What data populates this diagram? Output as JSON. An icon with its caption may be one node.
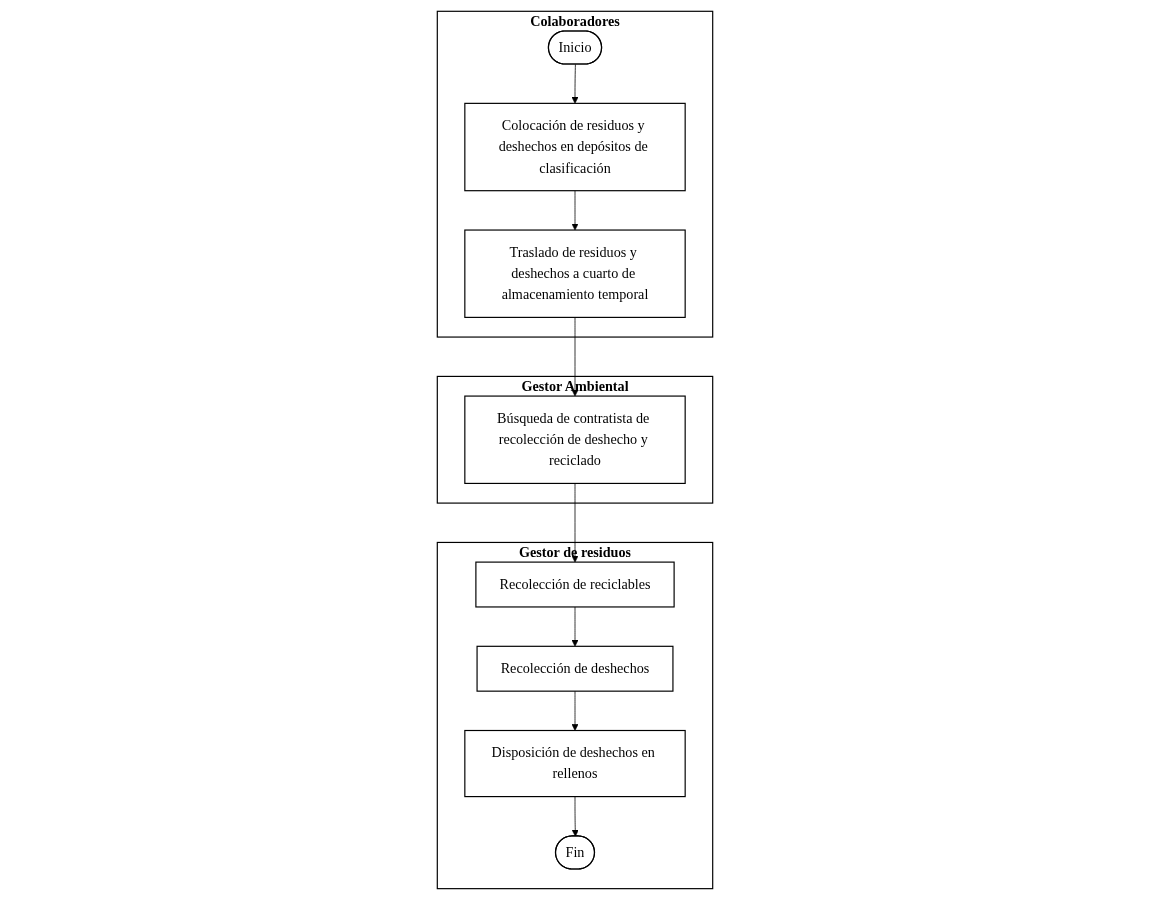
{
  "diagram": {
    "nodes": [
      {
        "text": [
          "Colaboradores"
        ]
      },
      {
        "text": [
          "Inicio"
        ],
        "in": 0
      },
      {
        "text": [
          "Colocación de residuos y deshechos en depósitos de clasificación"
        ],
        "in": 0
      },
      {
        "text": [
          "Traslado de residuos y deshechos a cuarto de almacenamiento temporal"
        ],
        "in": 0
      },
      {
        "text": [
          "Gestor Ambiental"
        ]
      },
      {
        "text": [
          "Búsqueda de contratista de recolección de deshecho y reciclado"
        ],
        "in": 4
      },
      {
        "text": [
          "Gestor de residuos"
        ]
      },
      {
        "text": [
          "Recolección de reciclables"
        ],
        "in": 6
      },
      {
        "text": [
          "Recolección de deshechos"
        ],
        "in": 6
      },
      {
        "text": [
          "Disposición de deshechos en rellenos"
        ],
        "in": 6
      },
      {
        "text": [
          "Fin"
        ],
        "in": 6
      }
    ],
    "edges": [
      {
        "from": 1,
        "to": 2,
        "arrow": "to"
      },
      {
        "from": 2,
        "to": 3,
        "arrow": "to"
      },
      {
        "from": 3,
        "to": 5,
        "arrow": "to"
      },
      {
        "from": 5,
        "to": 7,
        "arrow": "to"
      },
      {
        "from": 7,
        "to": 8,
        "arrow": "to"
      },
      {
        "from": 8,
        "to": 9,
        "arrow": "to"
      },
      {
        "from": 9,
        "to": 10,
        "arrow": "to"
      }
    ]
  }
}
